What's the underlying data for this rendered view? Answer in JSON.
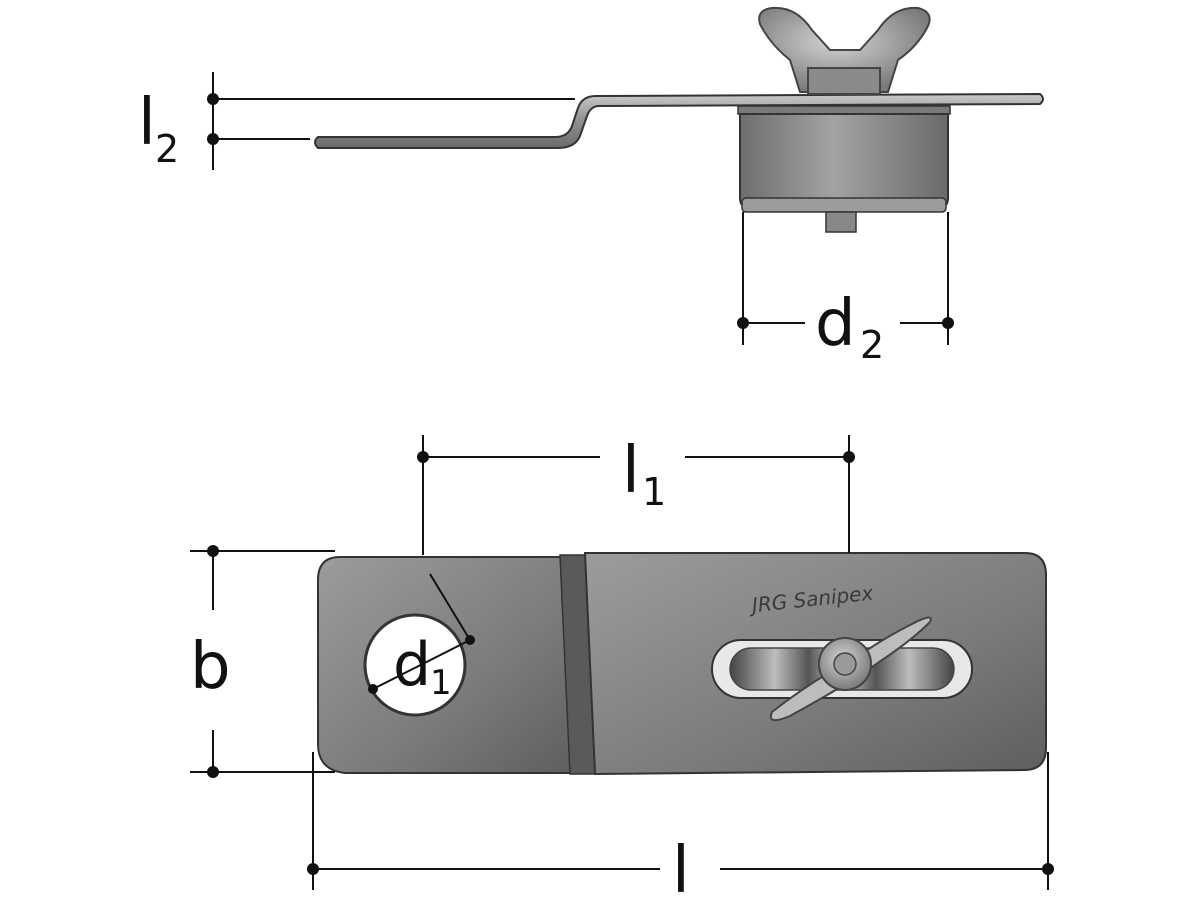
{
  "dimensions": {
    "l2": {
      "main": "l",
      "sub": "2"
    },
    "d2": {
      "main": "d",
      "sub": "2"
    },
    "l1": {
      "main": "l",
      "sub": "1"
    },
    "b": {
      "main": "b"
    },
    "d1": {
      "main": "d",
      "sub": "1"
    },
    "l": {
      "main": "l"
    }
  },
  "engraving": "JRG Sanipex",
  "colors": {
    "line": "#111111",
    "metal_light": "#cfcfcf",
    "metal_mid": "#9a9a9a",
    "metal_dark": "#5a5a5a",
    "rubber": "#8c8c8c"
  }
}
